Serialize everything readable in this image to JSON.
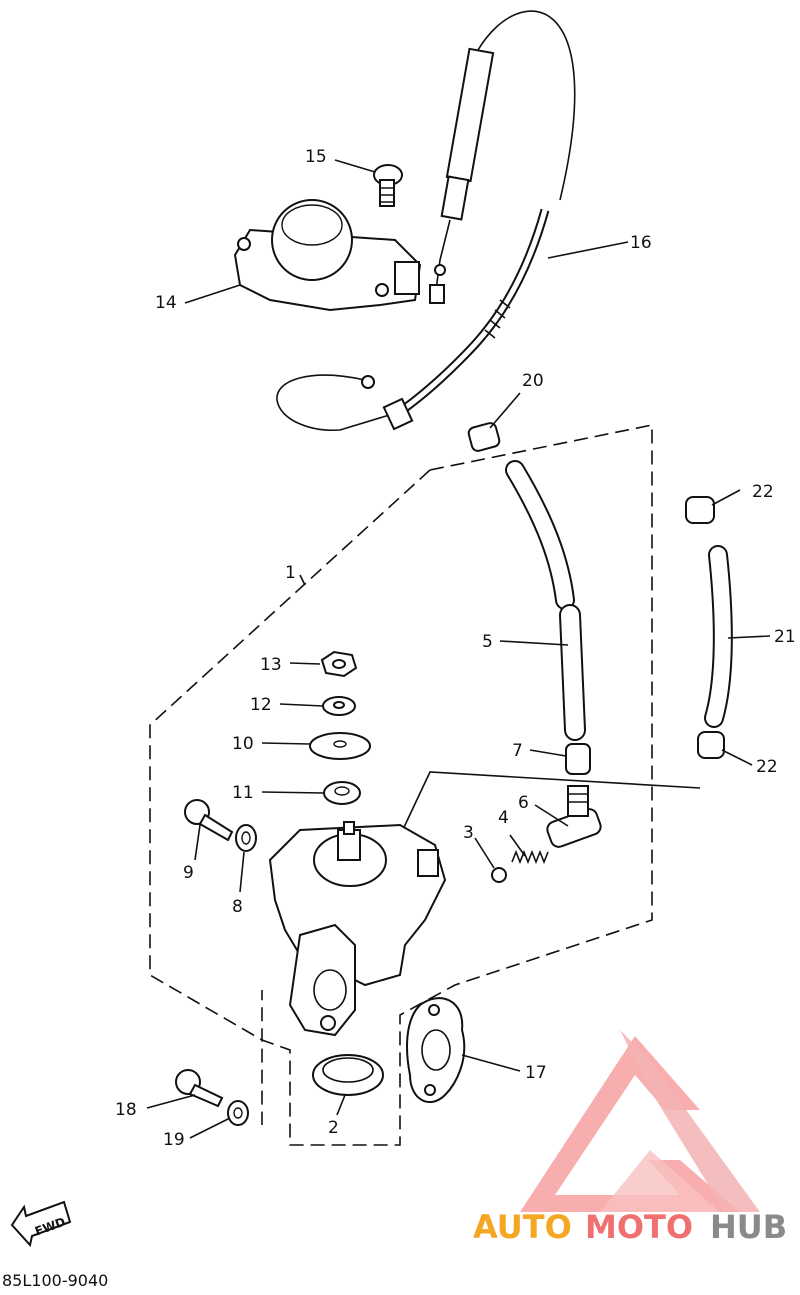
{
  "diagram_code": "85L100-9040",
  "fwd_label": "FWD",
  "watermark": {
    "prefix": "AUTO",
    "middle": "MOTO",
    "suffix": "HUB"
  },
  "callouts": {
    "p1": "1",
    "p2": "2",
    "p3": "3",
    "p4": "4",
    "p5": "5",
    "p6": "6",
    "p7": "7",
    "p8": "8",
    "p9": "9",
    "p10": "10",
    "p11": "11",
    "p12": "12",
    "p13": "13",
    "p14": "14",
    "p15": "15",
    "p16": "16",
    "p17": "17",
    "p18": "18",
    "p19": "19",
    "p20": "20",
    "p21": "21",
    "p22": "22"
  },
  "colors": {
    "ink": "#111111",
    "watermark_red": "#f07070",
    "watermark_orange": "#f5a623",
    "watermark_gray": "#8a8a8a"
  }
}
